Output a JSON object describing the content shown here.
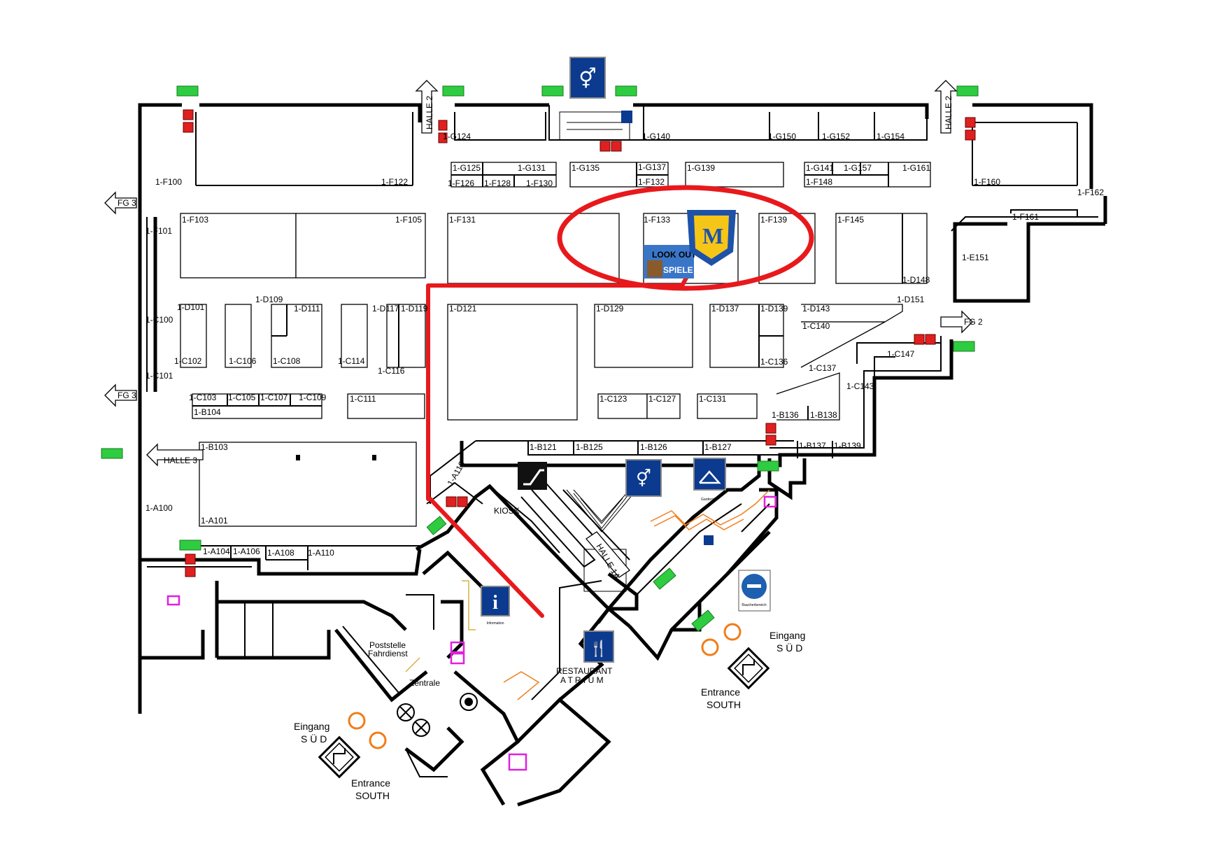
{
  "map": {
    "halls": {
      "halle2_left": "HALLE 2",
      "halle2_right": "HALLE 2",
      "halle3": "HALLE 3",
      "halle1a": "HALLE 1A",
      "fg3_top": "FG 3",
      "fg3_bottom": "FG 3",
      "fg2": "FG 2"
    },
    "facilities": {
      "kiosk": "KIOSK",
      "restaurant_1": "RESTAURANT",
      "restaurant_2": "A T R I U M",
      "poststelle_1": "Poststelle",
      "poststelle_2": "Fahrdienst",
      "zentrale": "Zentrale",
      "info_caption": "Information",
      "garderobe_caption": "Garderobe",
      "smoking_caption": "Raucherbereich"
    },
    "entrances": {
      "right": {
        "eingang": "Eingang",
        "sud": "S Ü D",
        "entrance": "Entrance",
        "south": "SOUTH"
      },
      "left": {
        "eingang": "Eingang",
        "sud": "S Ü D",
        "entrance": "Entrance",
        "south": "SOUTH"
      }
    },
    "exhibitor": {
      "logo_line1": "LOOK OUT",
      "logo_line2": "SPIELE",
      "shield_letter": "M"
    },
    "booths": {
      "g124": "1-G124",
      "g140": "1-G140",
      "g150": "1-G150",
      "g152": "1-G152",
      "g154": "1-G154",
      "g125": "1-G125",
      "g131": "1-G131",
      "g135": "1-G135",
      "g137": "1-G137",
      "g139": "1-G139",
      "g141": "1-G141",
      "g157": "1-G157",
      "g161": "1-G161",
      "f100": "1-F100",
      "f122": "1-F122",
      "f126": "1-F126",
      "f128": "1-F128",
      "f130": "1-F130",
      "f132": "1-F132",
      "f148": "1-F148",
      "f160": "1-F160",
      "f162": "1-F162",
      "f161": "1-F161",
      "f103": "1-F103",
      "f105": "1-F105",
      "f131": "1-F131",
      "f133": "1-F133",
      "f139": "1-F139",
      "f145": "1-F145",
      "f101": "1-F101",
      "e151": "1-E151",
      "d148": "1-D148",
      "d109": "1-D109",
      "d101": "1-D101",
      "d111": "1-D111",
      "d117": "1-D117",
      "d119": "1-D119",
      "d121": "1-D121",
      "d129": "1-D129",
      "d137": "1-D137",
      "d139": "1-D139",
      "d143": "1-D143",
      "d151": "1-D151",
      "c100": "1-C100",
      "c101": "1-C101",
      "c102": "1-C102",
      "c106": "1-C106",
      "c108": "1-C108",
      "c114": "1-C114",
      "c116": "1-C116",
      "c140": "1-C140",
      "c136": "1-C136",
      "c147": "1-C147",
      "c137": "1-C137",
      "c143": "1-C143",
      "c103": "1-C103",
      "c105": "1-C105",
      "c107": "1-C107",
      "c109": "1-C109",
      "c111": "1-C111",
      "c123": "1-C123",
      "c127": "1-C127",
      "c131": "1-C131",
      "b104": "1-B104",
      "b136": "1-B136",
      "b138": "1-B138",
      "b103": "1-B103",
      "b121": "1-B121",
      "b125": "1-B125",
      "b126": "1-B126",
      "b127": "1-B127",
      "b137": "1-B137",
      "b139": "1-B139",
      "a118": "1-A118",
      "a100": "1-A100",
      "a101": "1-A101",
      "a104": "1-A104",
      "a106": "1-A106",
      "a108": "1-A108",
      "a110": "1-A110"
    },
    "route": {
      "color": "#e8191c"
    },
    "colors": {
      "exit_green": "#2ecc40",
      "fire_red": "#e02020",
      "sign_blue": "#0b3a8f",
      "orange": "#f07d1a",
      "magenta": "#e020e0"
    }
  }
}
